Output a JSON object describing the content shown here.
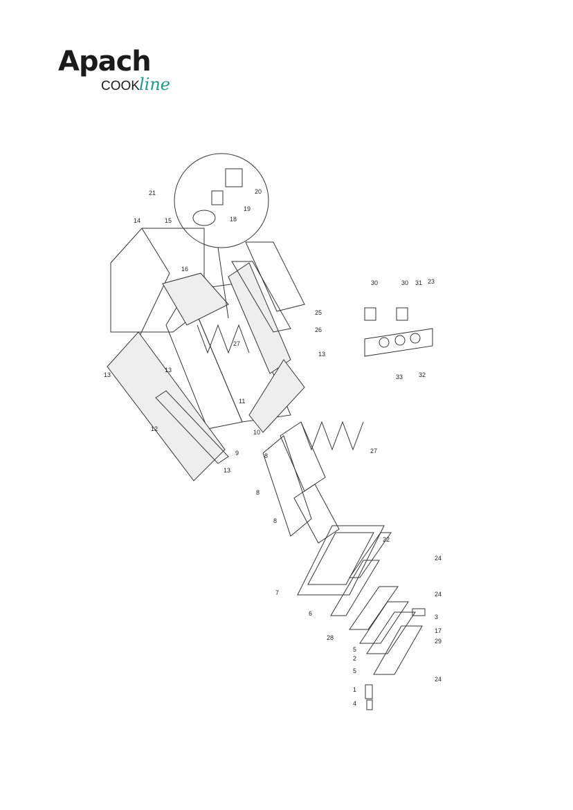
{
  "logo": {
    "brand": "Apach",
    "sub_brand": "COOK",
    "sub_brand_script": "line",
    "brand_color": "#1b1b1b",
    "accent_color": "#1a9a8c"
  },
  "diagram": {
    "callouts": [
      "1",
      "2",
      "3",
      "4",
      "5",
      "5",
      "6",
      "7",
      "8",
      "8",
      "8",
      "9",
      "10",
      "11",
      "12",
      "13",
      "13",
      "13",
      "13",
      "14",
      "15",
      "16",
      "17",
      "18",
      "19",
      "20",
      "21",
      "22",
      "23",
      "24",
      "24",
      "24",
      "25",
      "26",
      "27",
      "27",
      "28",
      "29",
      "30",
      "30",
      "31",
      "32",
      "33"
    ]
  }
}
